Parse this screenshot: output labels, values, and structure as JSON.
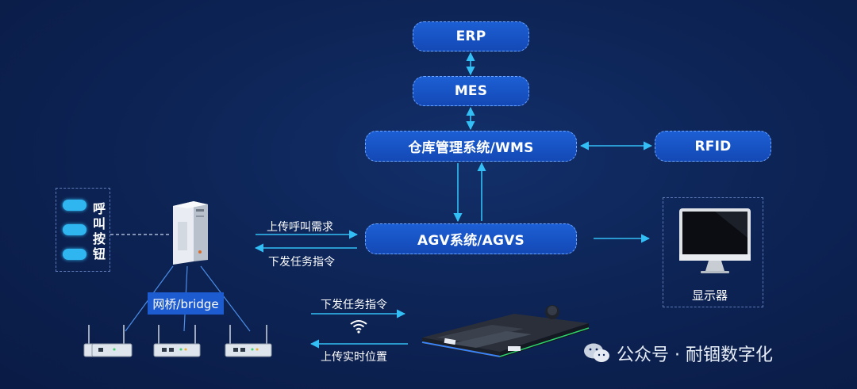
{
  "nodes": {
    "erp": "ERP",
    "mes": "MES",
    "wms": "仓库管理系统/WMS",
    "rfid": "RFID",
    "agvs": "AGV系统/AGVS"
  },
  "call_buttons": {
    "label_chars": [
      "呼",
      "叫",
      "按",
      "钮"
    ]
  },
  "bridge_label": "网桥/bridge",
  "flows": {
    "upload_call": "上传呼叫需求",
    "dispatch_task_pc": "下发任务指令",
    "dispatch_task_agv": "下发任务指令",
    "upload_position": "上传实时位置"
  },
  "display_label": "显示器",
  "watermark": "公众号 · 耐锢数字化",
  "colors": {
    "background": "#0d2456",
    "node_fill": "#1a58cc",
    "node_border": "#6fa6ff",
    "arrow": "#33bff5",
    "pill": "#2fb5f0"
  },
  "icons": [
    "pc-tower-icon",
    "router-icon",
    "wifi-icon",
    "monitor-icon",
    "agv-robot-icon",
    "wechat-icon"
  ]
}
